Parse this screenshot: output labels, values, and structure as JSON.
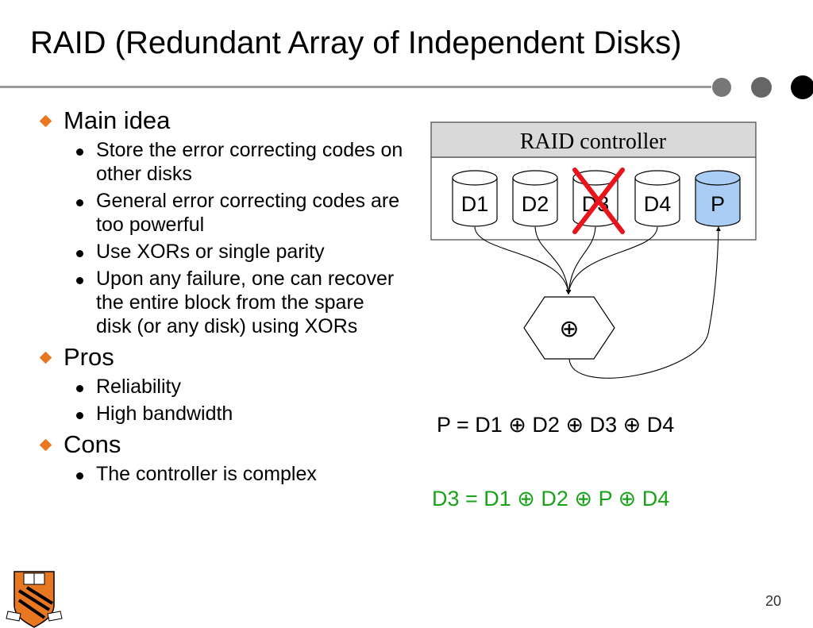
{
  "title": "RAID (Redundant Array of Independent Disks)",
  "bullets": [
    {
      "label": "Main idea",
      "items": [
        "Store the error correcting codes on other disks",
        "General error correcting codes are too powerful",
        "Use XORs or single parity",
        "Upon any failure, one can recover the entire block from the spare disk (or any disk) using XORs"
      ]
    },
    {
      "label": "Pros",
      "items": [
        "Reliability",
        "High bandwidth"
      ]
    },
    {
      "label": "Cons",
      "items": [
        "The controller is complex"
      ]
    }
  ],
  "diagram": {
    "controller_label": "RAID controller",
    "disks": [
      "D1",
      "D2",
      "D3",
      "D4",
      "P"
    ],
    "failed_disk": "D3",
    "xor_symbol": "⊕"
  },
  "equations": {
    "parity": "P = D1 ⊕ D2 ⊕ D3 ⊕ D4",
    "recovery": "D3 = D1 ⊕ D2 ⊕ P ⊕ D4"
  },
  "page_number": "20",
  "colors": {
    "accent": "#e87722",
    "recovery_text": "#1aa31a",
    "parity_disk": "#a9cdf5",
    "failure_cross": "#e8141b",
    "controller_header": "#d9d9d9"
  }
}
